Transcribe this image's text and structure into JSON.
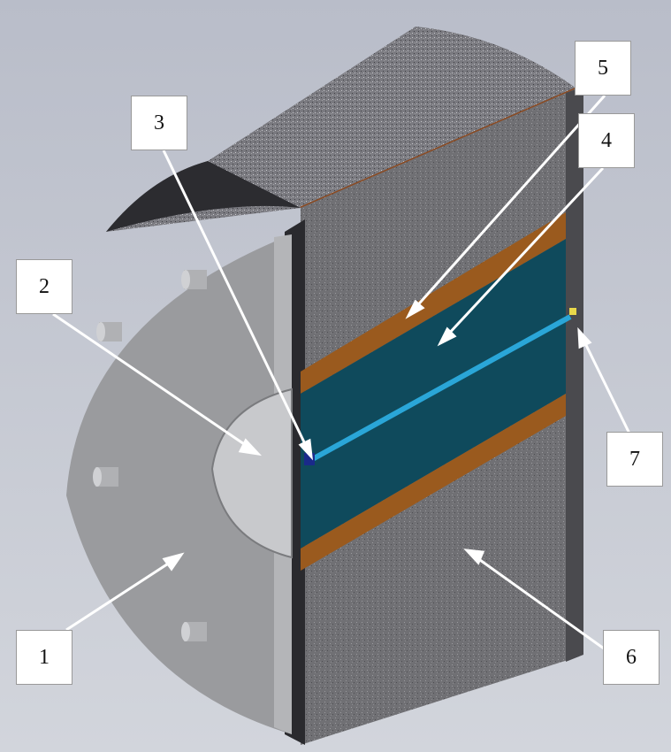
{
  "diagram": {
    "labels": [
      {
        "id": "1",
        "text": "1"
      },
      {
        "id": "2",
        "text": "2"
      },
      {
        "id": "3",
        "text": "3"
      },
      {
        "id": "4",
        "text": "4"
      },
      {
        "id": "5",
        "text": "5"
      },
      {
        "id": "6",
        "text": "6"
      },
      {
        "id": "7",
        "text": "7"
      }
    ],
    "colors": {
      "background": "#c4c8d2",
      "insulation": "#6e6e72",
      "end_plate": "#9a9b9e",
      "channel": "#0f4a5c",
      "copper_band": "#9a5a1e",
      "pipe": "#2aa6d8"
    }
  }
}
